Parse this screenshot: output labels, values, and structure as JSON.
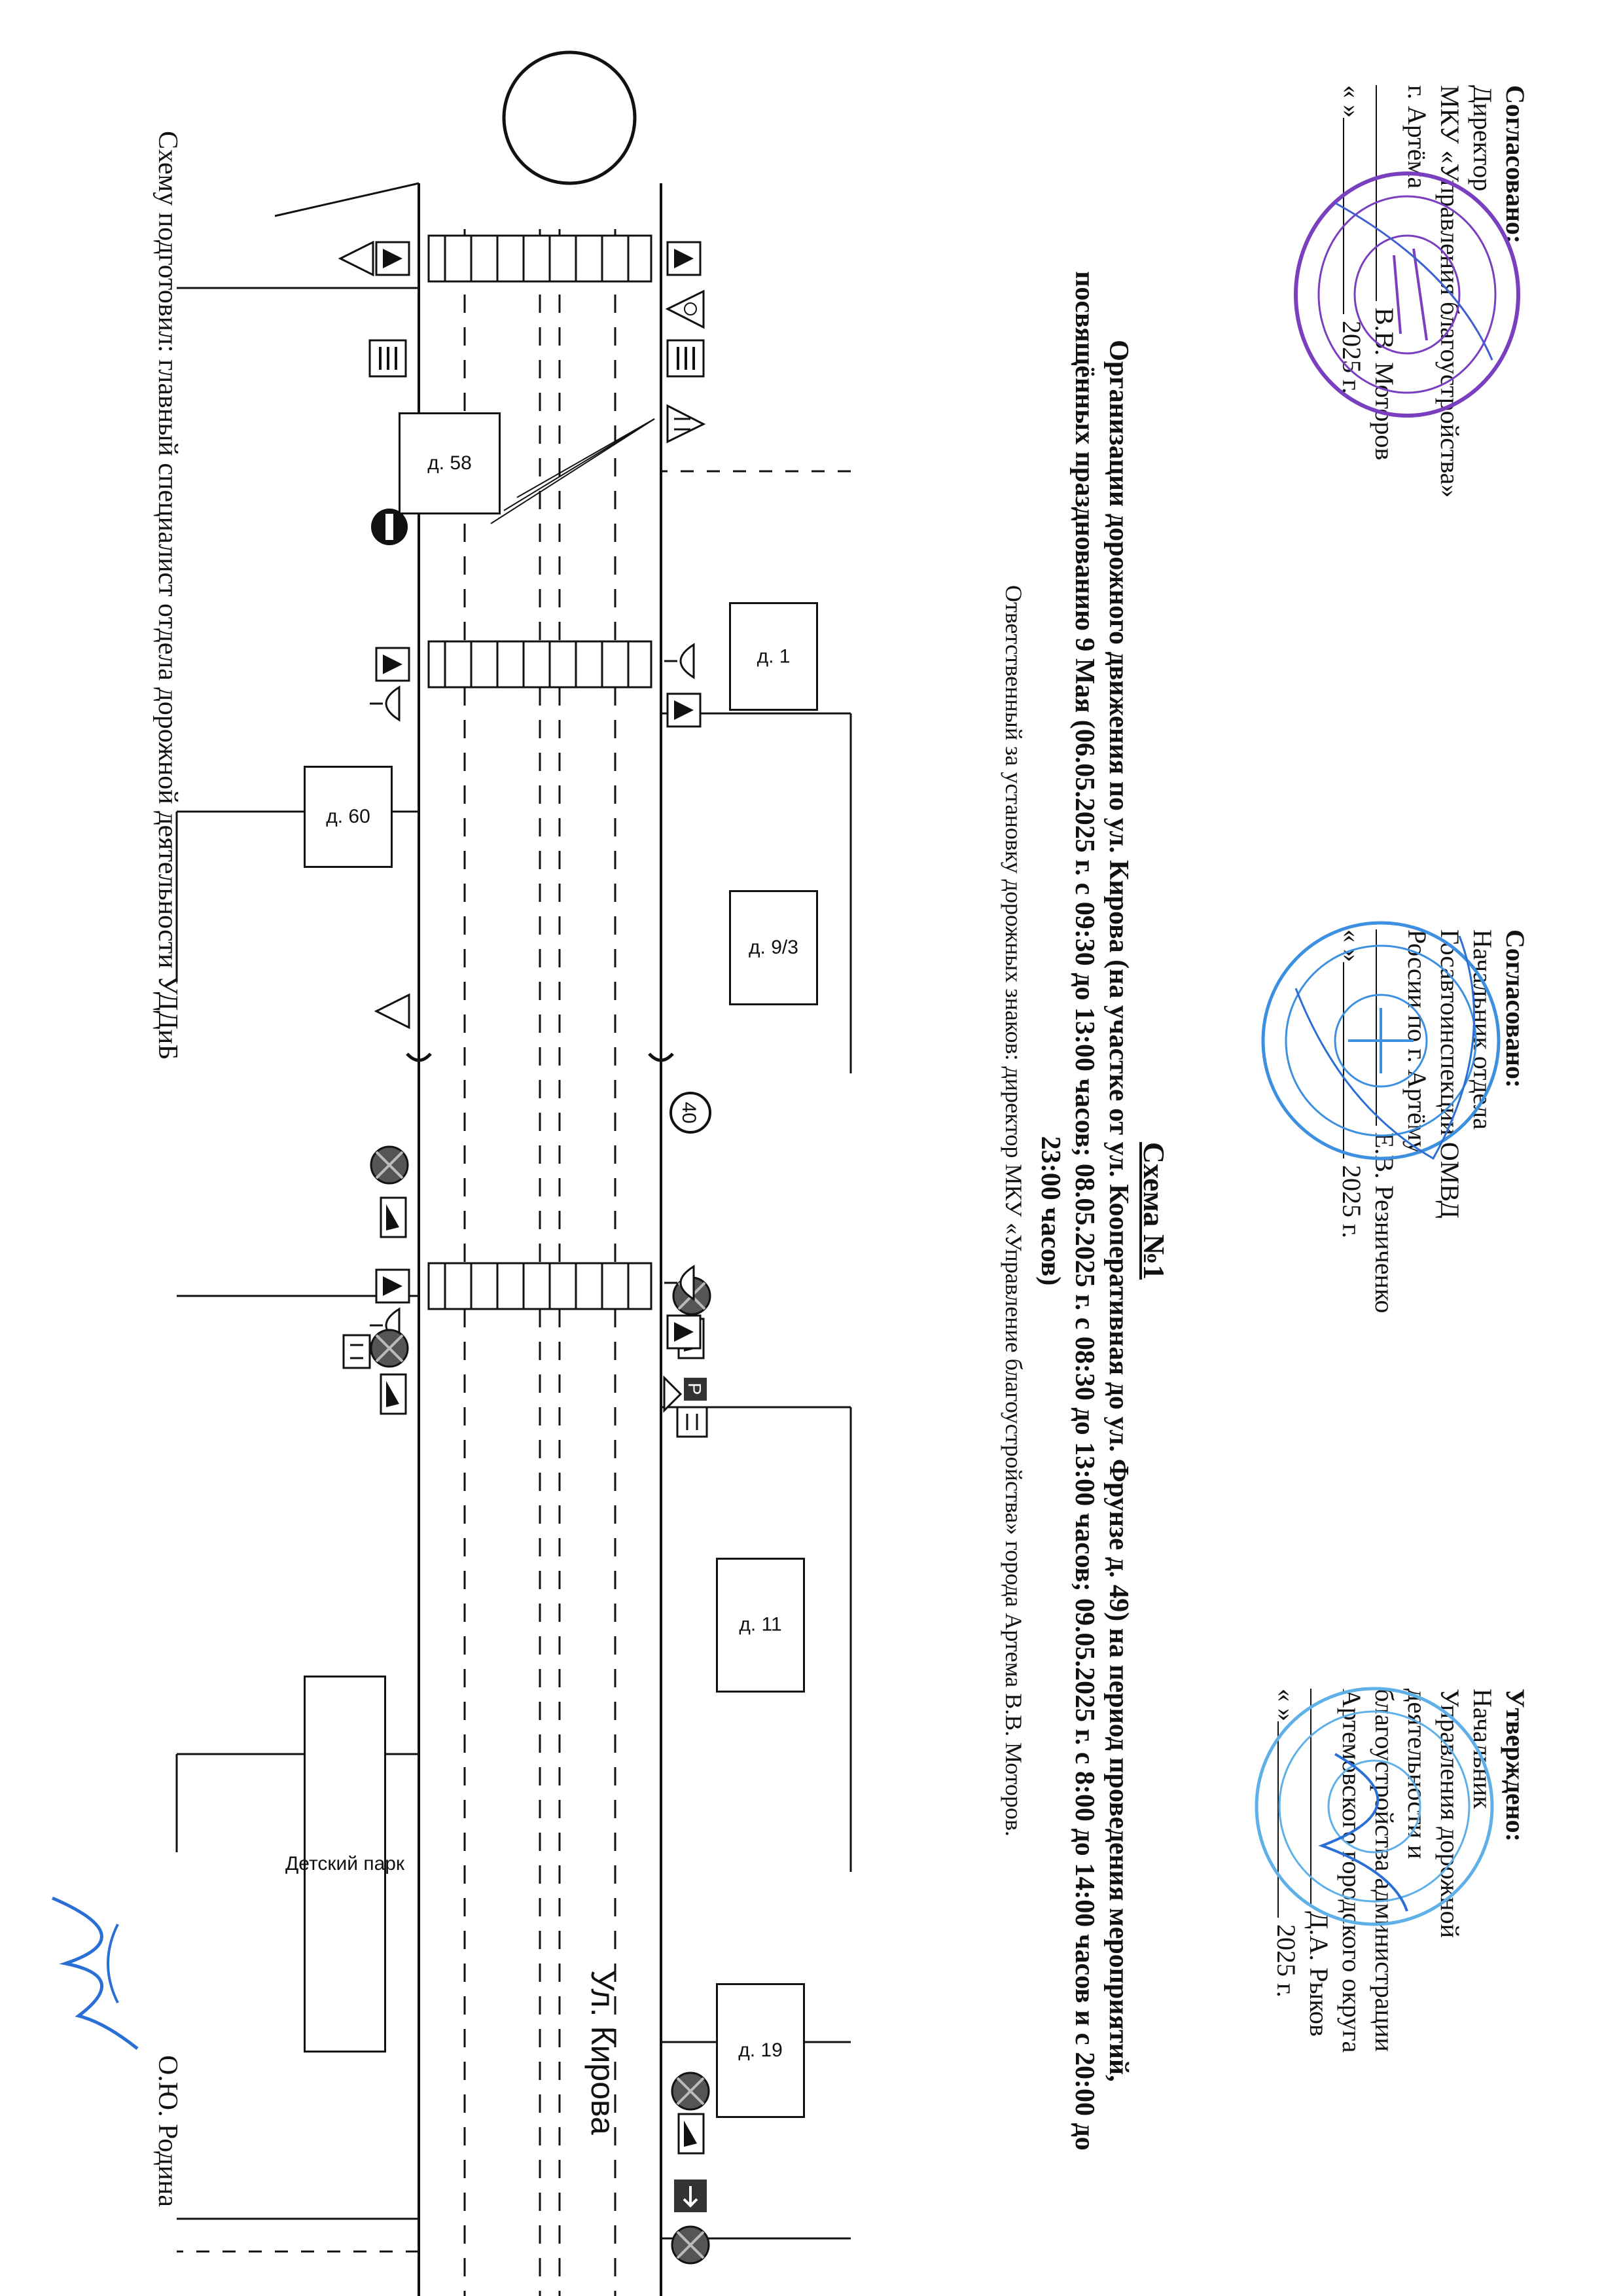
{
  "approvals": [
    {
      "head": "Согласовано:",
      "lines": [
        "Директор",
        "МКУ «Управления благоустройства»",
        "г. Артёма",
        "В.В. Моторов",
        "«  »",
        "2025 г."
      ]
    },
    {
      "head": "Согласовано:",
      "lines": [
        "Начальник отдела",
        "Госавтоинспекции ОМВД",
        "России по г. Артёму",
        "Е.В. Резниченко",
        "«  »",
        "2025 г."
      ]
    },
    {
      "head": "Утверждено:",
      "lines": [
        "Начальник",
        "Управления дорожной",
        "деятельности и",
        "благоустройства администрации",
        "Артемовского городского округа",
        "Д.А. Рыков",
        "«  »",
        "2025 г."
      ]
    }
  ],
  "title": {
    "number": "Схема №1",
    "main": "Организации дорожного движения по ул. Кирова (на участке от ул. Кооперативная до ул. Фрунзе д. 49) на период проведения мероприятий, посвящённых празднованию 9 Мая (06.05.2025 г. с 09:30 до 13:00 часов; 08.05.2025 г. с 08:30 до 13:00 часов; 09.05.2025 г. с 8:00 до 14:00 часов и с 20:00 до 23:00 часов)",
    "responsible": "Ответственный за установку дорожных знаков: директор МКУ «Управление благоустройства» города Артема В.В. Моторов."
  },
  "buildings": {
    "b58": "д. 58",
    "b60": "д. 60",
    "b1": "д. 1",
    "b93": "д. 9/3",
    "b11": "д. 11",
    "b19": "д. 19",
    "park": "Детский парк"
  },
  "street": "Ул. Кирова",
  "speed_limit": "40",
  "parking": "P",
  "footer": {
    "prepared": "Схему подготовил: главный специалист отдела дорожной деятельности УДДиБ",
    "name": "О.Ю. Родина"
  },
  "colors": {
    "ink": "#111111",
    "seal_purple": "#7a3fbf",
    "seal_blue": "#3d8fe0",
    "signature_blue": "#2a6fd6",
    "sign_red": "#d63a3a"
  },
  "icons": [
    "pedestrian-crossing-sign",
    "lane-direction-sign",
    "two-way-traffic-sign",
    "no-entry-sign",
    "lamp-post-icon",
    "no-stopping-sign",
    "tow-truck-plate",
    "speed-limit-sign",
    "parking-sign",
    "straight-only-sign",
    "give-way-sign",
    "roundabout"
  ]
}
